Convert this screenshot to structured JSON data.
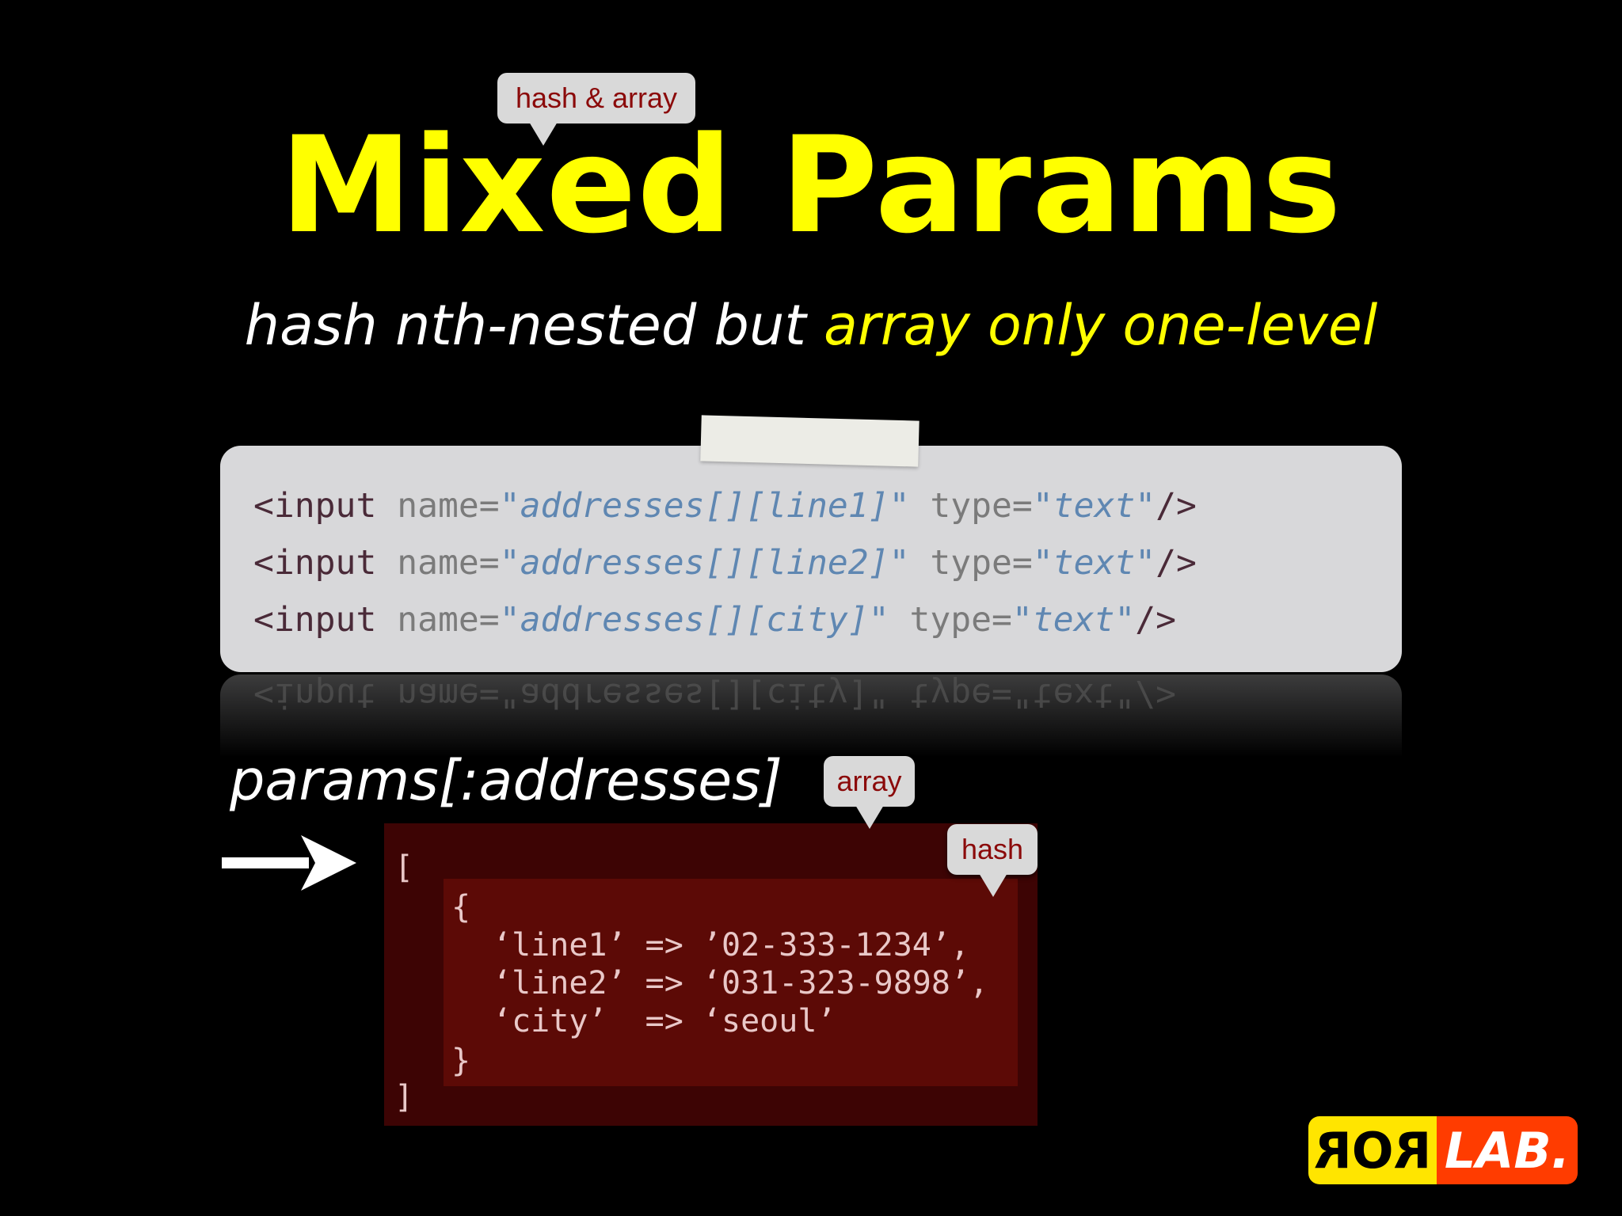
{
  "slide": {
    "title": "Mixed Params",
    "title_callout": "hash & array",
    "subtitle_plain": "hash nth-nested but ",
    "subtitle_highlight": "array only one-level",
    "colors": {
      "background": "#000000",
      "title": "#ffff00",
      "highlight": "#ffff00",
      "callout_text": "#8b0a0a"
    }
  },
  "code_panel": {
    "lines": [
      {
        "tag": "<input",
        "name_attr": "name=",
        "name_value": "addresses[][line1]",
        "type_attr": "type=",
        "type_value": "text",
        "close": "/>"
      },
      {
        "tag": "<input",
        "name_attr": "name=",
        "name_value": "addresses[][line2]",
        "type_attr": "type=",
        "type_value": "text",
        "close": "/>"
      },
      {
        "tag": "<input",
        "name_attr": "name=",
        "name_value": "addresses[][city]",
        "type_attr": "type=",
        "type_value": "text",
        "close": "/>"
      }
    ],
    "reflection_text": "<input name=\"addresses[][city]\" type=\"text\"/>"
  },
  "result": {
    "label": "params[:addresses]",
    "array_callout": "array",
    "hash_callout": "hash",
    "open_bracket": "[",
    "close_bracket": "]",
    "open_brace": "{",
    "close_brace": "}",
    "entries": [
      "‘line1’ => ’02-333-1234’,",
      "‘line2’ => ‘031-323-9898’,",
      "‘city’  => ‘seoul’"
    ]
  },
  "logo": {
    "left": "ROR",
    "right": "LAB."
  }
}
